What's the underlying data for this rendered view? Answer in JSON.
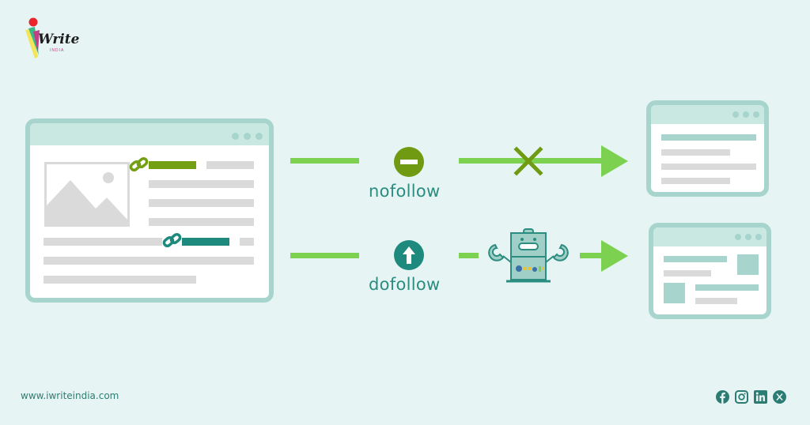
{
  "brand": {
    "logo_text": "Write",
    "logo_subtext": "INDIA",
    "logo_dot_color": "#e8242c"
  },
  "diagram": {
    "source_page": {
      "nofollow_link_color": "#73a012",
      "dofollow_link_color": "#1e8a7e",
      "icons": [
        "image-placeholder-icon",
        "link-chain-icon",
        "link-chain-icon"
      ]
    },
    "rows": [
      {
        "label": "nofollow",
        "status_icon": "minus-circle-icon",
        "status_color": "#6f9a12",
        "blocker": "x-mark-icon",
        "target_page": "text-page"
      },
      {
        "label": "dofollow",
        "status_icon": "arrow-up-circle-icon",
        "status_color": "#1e8a7e",
        "crawler": "google-robot-icon",
        "target_page": "media-page"
      }
    ],
    "colors": {
      "background": "#e6f5f3",
      "frame": "#a7d4cc",
      "arrow": "#7dd150",
      "placeholder": "#dadada",
      "teal_text": "#2b8c80"
    }
  },
  "footer": {
    "url": "www.iwriteindia.com",
    "social": [
      "facebook-icon",
      "instagram-icon",
      "linkedin-icon",
      "x-icon"
    ],
    "social_color": "#2b7d74"
  }
}
